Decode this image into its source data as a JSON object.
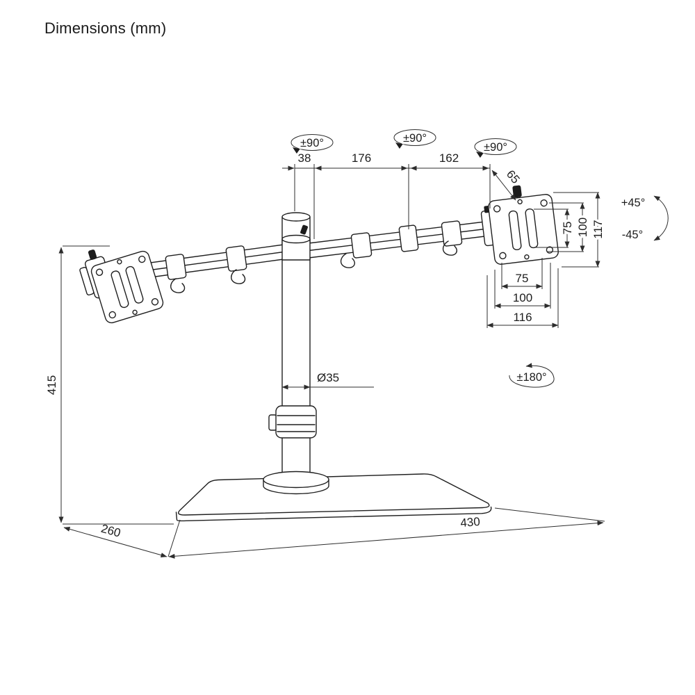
{
  "title": "Dimensions (mm)",
  "rotation_labels": {
    "pole_swivel": "±90°",
    "mid_joint_swivel": "±90°",
    "end_joint_swivel": "±90°",
    "tilt_up": "+45°",
    "tilt_down": "-45°",
    "vesa_rotation": "±180°"
  },
  "dimension_labels": {
    "pole_to_first_joint": "38",
    "first_to_second_joint": "176",
    "second_joint_to_end": "162",
    "end_joint_to_plate": "65",
    "vesa_slot_vertical": "75",
    "vesa_vertical": "100",
    "plate_height": "117",
    "vesa_slot_horizontal": "75",
    "vesa_horizontal": "100",
    "plate_width": "116",
    "pole_diameter": "Ø35",
    "stand_height": "415",
    "base_depth": "260",
    "base_width": "430"
  }
}
